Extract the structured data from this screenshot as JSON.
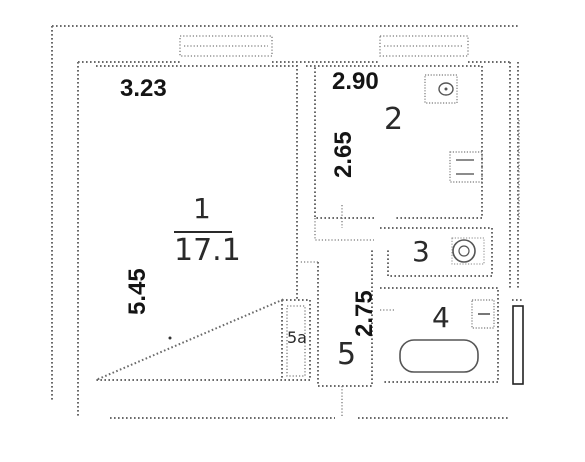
{
  "rooms": [
    {
      "id": "1",
      "area": "17.1"
    },
    {
      "id": "2"
    },
    {
      "id": "3"
    },
    {
      "id": "4"
    },
    {
      "id": "5"
    },
    {
      "id": "5a"
    }
  ],
  "dimensions": {
    "room1_width": "3.23",
    "room1_length": "5.45",
    "room2_width": "2.90",
    "room2_length": "2.65",
    "corridor_length": "2.75"
  }
}
